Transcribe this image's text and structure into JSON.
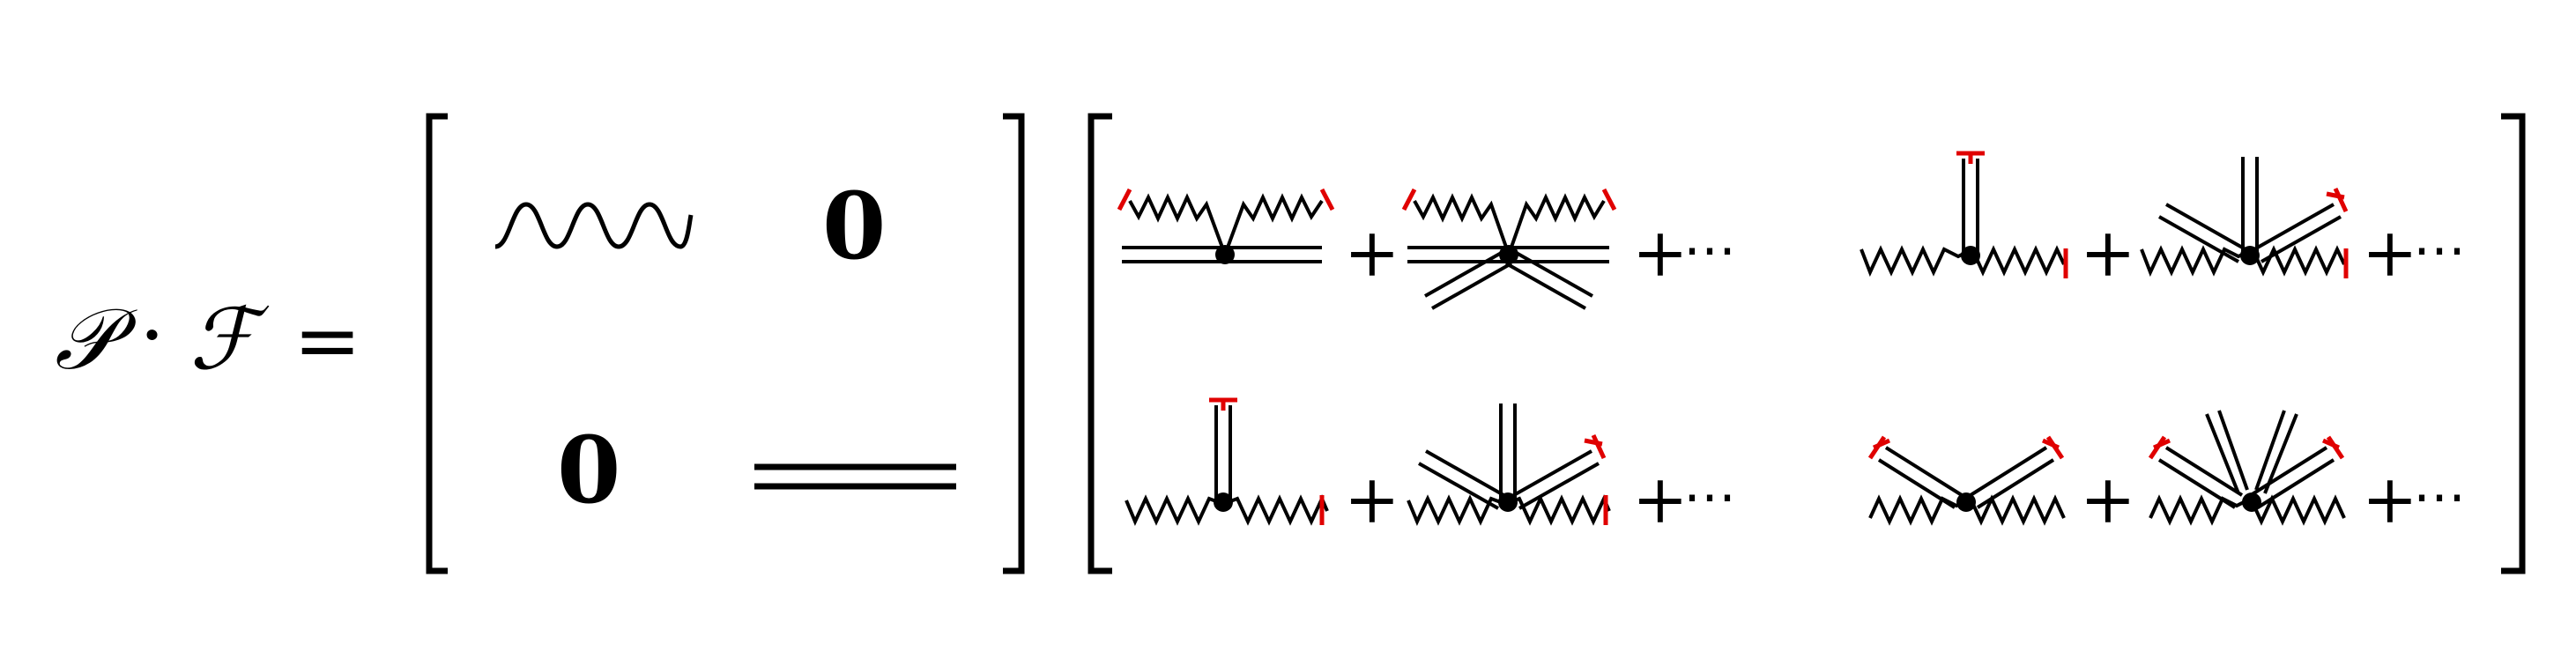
{
  "lhs": {
    "p_symbol": "𝒫",
    "dot": "·",
    "f_symbol": "ℱ",
    "equals": "="
  },
  "matrix_left": {
    "top_right": "0",
    "bottom_left": "0"
  },
  "matrix_right": {
    "plus": "+",
    "ellipsis": "⋯"
  },
  "colors": {
    "ink": "#000000",
    "amputation_marker": "#e00000"
  }
}
